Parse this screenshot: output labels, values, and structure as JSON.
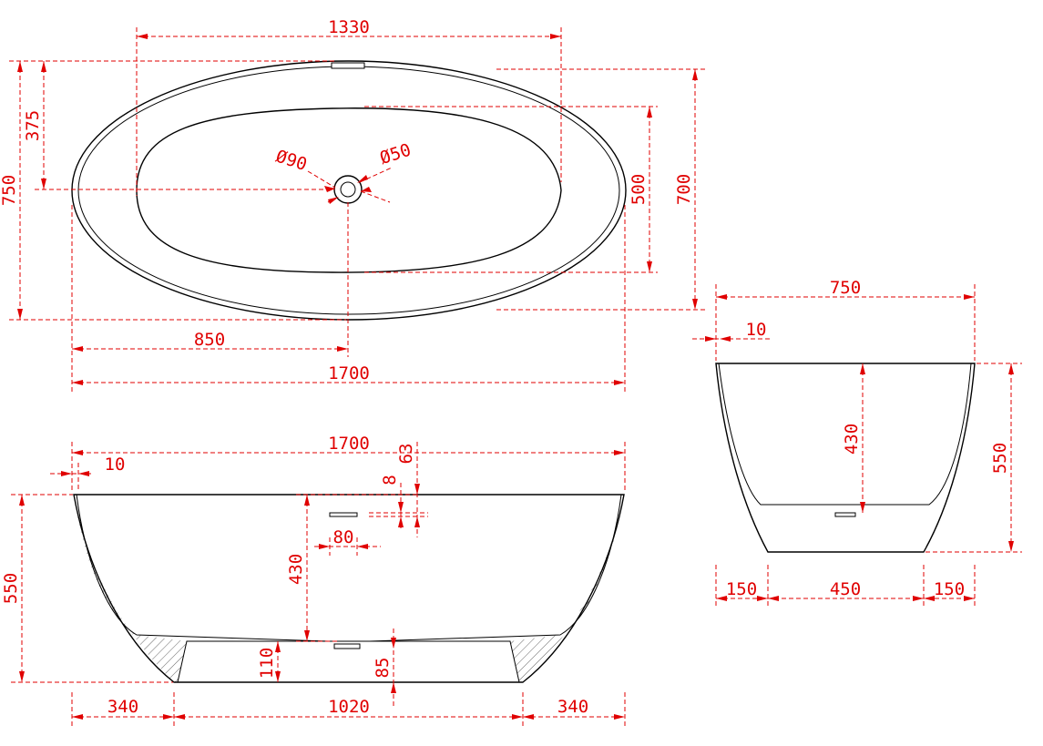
{
  "colors": {
    "outline": "#000000",
    "dimension": "#e00000",
    "background": "#ffffff"
  },
  "top_view": {
    "overall_length": "1330",
    "half_width": "375",
    "overall_width": "750",
    "inner_width": "500",
    "outer_width": "700",
    "drain_offset": "850",
    "total_length": "1700",
    "drain_outer_dia": "Ø90",
    "drain_inner_dia": "Ø50"
  },
  "front_view": {
    "total_length": "1700",
    "wall": "10",
    "overflow_drop": "63",
    "overflow_height": "8",
    "overflow_width": "80",
    "inner_depth": "430",
    "total_height": "550",
    "base_recess": "110",
    "drain_depth": "85",
    "left_overhang": "340",
    "base_length": "1020",
    "right_overhang": "340"
  },
  "side_view": {
    "total_width": "750",
    "wall": "10",
    "inner_depth": "430",
    "total_height": "550",
    "left_overhang": "150",
    "base_width": "450",
    "right_overhang": "150"
  }
}
